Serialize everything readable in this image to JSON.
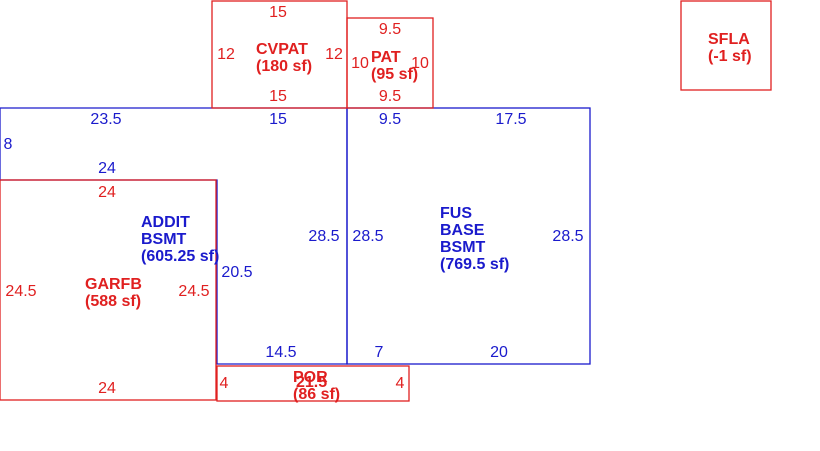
{
  "colors": {
    "red": "#e02020",
    "blue": "#1a1acc",
    "background": "#ffffff"
  },
  "areas": [
    {
      "id": "cvpat",
      "lines": [
        "CVPAT",
        "(180 sf)"
      ],
      "color": "red",
      "dims": {
        "top": "15",
        "left": "12",
        "right": "12",
        "bottom": "15"
      }
    },
    {
      "id": "pat",
      "lines": [
        "PAT",
        "(95 sf)"
      ],
      "color": "red",
      "dims": {
        "top": "9.5",
        "left": "10",
        "right": "10",
        "bottom": "9.5"
      }
    },
    {
      "id": "sfla",
      "lines": [
        "SFLA",
        "(-1 sf)"
      ],
      "color": "red",
      "dims": {}
    },
    {
      "id": "addit",
      "lines": [
        "ADDIT",
        "BSMT",
        "(605.25 sf)"
      ],
      "color": "blue",
      "dims": {
        "top_left": "23.5",
        "top_right": "15",
        "left": "8",
        "inner_top": "24",
        "right": "28.5",
        "inner_left": "20.5",
        "bottom": "14.5"
      }
    },
    {
      "id": "fus",
      "lines": [
        "FUS",
        "BASE",
        "BSMT",
        "(769.5 sf)"
      ],
      "color": "blue",
      "dims": {
        "top_left": "9.5",
        "top_right": "17.5",
        "left": "28.5",
        "right": "28.5",
        "bottom_left": "7",
        "bottom_right": "20"
      }
    },
    {
      "id": "garfb",
      "lines": [
        "GARFB",
        "(588 sf)"
      ],
      "color": "red",
      "dims": {
        "top": "24",
        "left": "24.5",
        "right": "24.5",
        "bottom": "24"
      }
    },
    {
      "id": "por",
      "lines": [
        "POR",
        "(86 sf)"
      ],
      "overlap": "21.5",
      "color": "red",
      "dims": {
        "left": "4",
        "right": "4"
      }
    }
  ]
}
